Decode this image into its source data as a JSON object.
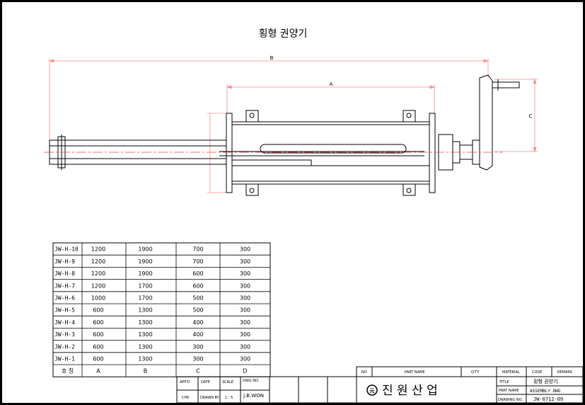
{
  "drawing": {
    "title": "횡형 권양기",
    "dimension_labels": {
      "overall": "B",
      "body": "A",
      "height": "C"
    }
  },
  "size_table": {
    "header": [
      "호 칭",
      "A",
      "B",
      "C",
      "D"
    ],
    "rows": [
      [
        "JW-H-10",
        "1200",
        "1900",
        "700",
        "300"
      ],
      [
        "JW-H-9",
        "1200",
        "1900",
        "700",
        "300"
      ],
      [
        "JW-H-8",
        "1200",
        "1900",
        "600",
        "300"
      ],
      [
        "JW-H-7",
        "1200",
        "1700",
        "600",
        "300"
      ],
      [
        "JW-H-6",
        "1000",
        "1700",
        "500",
        "300"
      ],
      [
        "JW-H-5",
        "600",
        "1300",
        "500",
        "300"
      ],
      [
        "JW-H-4",
        "600",
        "1300",
        "400",
        "300"
      ],
      [
        "JW-H-3",
        "600",
        "1300",
        "400",
        "300"
      ],
      [
        "JW-H-2",
        "600",
        "1300",
        "300",
        "300"
      ],
      [
        "JW-H-1",
        "600",
        "1300",
        "300",
        "300"
      ]
    ]
  },
  "title_block": {
    "approval": {
      "row1": [
        "APP'D",
        "DATE",
        "SCALE"
      ],
      "row2": [
        "CHK",
        "DRAWN BY",
        "1 : 5"
      ],
      "drawn_by": "J.B.WON",
      "dwg_label": "DWG NO."
    },
    "parts_header": [
      "NO",
      "PART NAME",
      "Q'TY",
      "MATERIAL",
      "CODE",
      "REMARK"
    ],
    "company": "진 원 산 업",
    "title_label": "TITLE",
    "title_value": "횡형 권양기",
    "part_name_label": "PART NAME",
    "part_name_value": "ASSEMBLY DWG",
    "drawing_no_label": "DRAWING NO.",
    "drawing_no_value": "JW-0712-09"
  }
}
